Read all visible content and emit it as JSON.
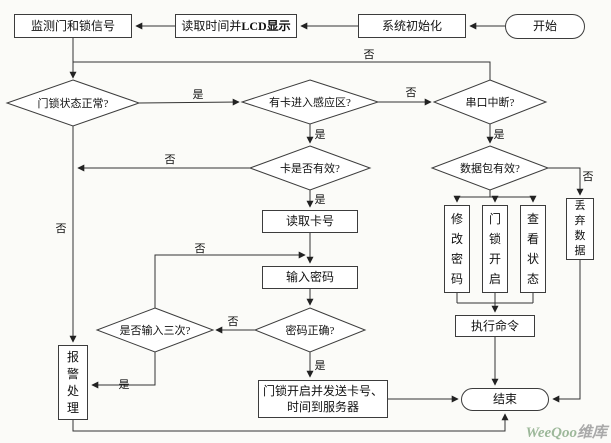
{
  "diagram": {
    "nodes": {
      "start": "开始",
      "init": "系统初始化",
      "lcd_prefix": "读取时间并",
      "lcd_bold": "LCD显示",
      "monitor": "监测门和锁信号",
      "lock_ok": "门锁状态正常?",
      "card_sense": "有卡进入感应区?",
      "serial_int": "串口中断?",
      "card_valid": "卡是否有效?",
      "packet_valid": "数据包有效?",
      "read_card": "读取卡号",
      "input_pwd": "输入密码",
      "pwd_ok": "密码正确?",
      "three_times": "是否输入三次?",
      "alarm": "报警处理",
      "modify_pwd": "修改密码",
      "door_open_cmd": "门锁开启",
      "view_status": "查看状态",
      "discard": "丢弃数据",
      "exec_cmd": "执行命令",
      "door_open_send": "门锁开启并发送卡号、时间到服务器",
      "end": "结束"
    },
    "labels": {
      "yes": "是",
      "no": "否"
    },
    "watermark": {
      "brand": "WeeQoo",
      "suffix": "维库"
    }
  }
}
